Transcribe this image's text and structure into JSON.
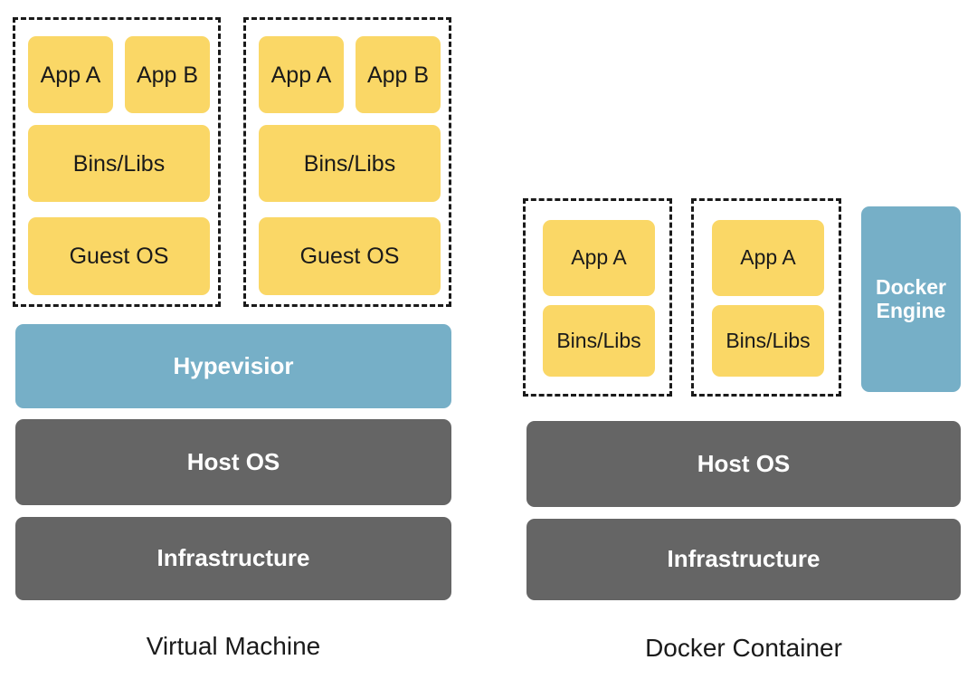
{
  "diagram": {
    "title": "Virtual Machine vs Docker Container architecture comparison",
    "colors": {
      "app_block": "#FAD766",
      "engine_block": "#76AFC7",
      "os_block": "#656565",
      "group_border": "#1a1a1a",
      "background": "#FFFFFF",
      "text_dark": "#1A1A1A",
      "text_light": "#FFFFFF"
    },
    "left_panel": {
      "caption": "Virtual Machine",
      "vms": [
        {
          "name": "vm-1",
          "apps": [
            "App A",
            "App B"
          ],
          "bins": "Bins/Libs",
          "guest_os": "Guest OS"
        },
        {
          "name": "vm-2",
          "apps": [
            "App A",
            "App B"
          ],
          "bins": "Bins/Libs",
          "guest_os": "Guest OS"
        }
      ],
      "layers": [
        {
          "label": "Hypevisior",
          "kind": "blue"
        },
        {
          "label": "Host OS",
          "kind": "gray"
        },
        {
          "label": "Infrastructure",
          "kind": "gray"
        }
      ]
    },
    "right_panel": {
      "caption": "Docker Container",
      "containers": [
        {
          "name": "container-1",
          "app": "App A",
          "bins": "Bins/Libs"
        },
        {
          "name": "container-2",
          "app": "App A",
          "bins": "Bins/Libs"
        }
      ],
      "engine": {
        "line1": "Docker",
        "line2": "Engine"
      },
      "layers": [
        {
          "label": "Host OS",
          "kind": "gray"
        },
        {
          "label": "Infrastructure",
          "kind": "gray"
        }
      ]
    }
  }
}
